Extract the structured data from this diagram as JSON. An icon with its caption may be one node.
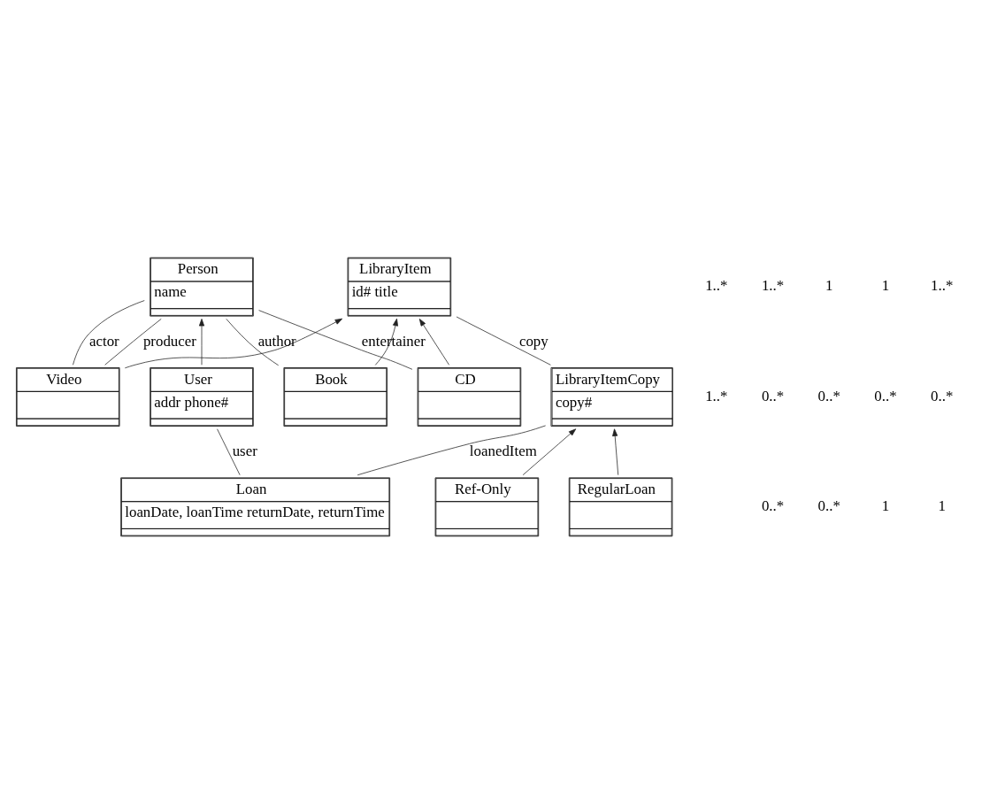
{
  "diagram": {
    "nodes": [
      {
        "text": [
          "LibraryItem",
          "id# title"
        ]
      },
      {
        "text": [
          "Person",
          "name"
        ]
      },
      {
        "text": [
          "Book"
        ]
      },
      {
        "text": [
          "Video"
        ]
      },
      {
        "text": [
          "CD"
        ]
      },
      {
        "text": [
          "User",
          "addr phone#"
        ]
      },
      {
        "text": [
          "LibraryItemCopy",
          "copy#"
        ]
      },
      {
        "text": [
          "Ref-Only"
        ]
      },
      {
        "text": [
          "RegularLoan"
        ]
      },
      {
        "text": [
          "Loan",
          "loanDate, loanTime returnDate, returnTime"
        ]
      }
    ],
    "edges": [
      {
        "from": 2,
        "to": 0,
        "arrow": "to"
      },
      {
        "from": 3,
        "to": 0,
        "arrow": "to"
      },
      {
        "from": 4,
        "to": 0,
        "arrow": "to"
      },
      {
        "from": 2,
        "to": 1,
        "arrow": "none",
        "label": "author"
      },
      {
        "from": 3,
        "to": 1,
        "arrow": "none",
        "label": "producer"
      },
      {
        "from": 3,
        "to": 1,
        "arrow": "none",
        "label": "actor"
      },
      {
        "from": 4,
        "to": 1,
        "arrow": "none",
        "label": "entertainer"
      },
      {
        "from": 0,
        "to": 6,
        "arrow": "none",
        "label": "copy"
      },
      {
        "from": 5,
        "to": 1,
        "arrow": "to"
      },
      {
        "from": 7,
        "to": 6,
        "arrow": "to"
      },
      {
        "from": 8,
        "to": 6,
        "arrow": "to"
      },
      {
        "from": 6,
        "to": 9,
        "arrow": "none",
        "label": "loanedItem"
      },
      {
        "from": 5,
        "to": 9,
        "arrow": "none",
        "label": "user"
      }
    ],
    "labels": [
      "1..*",
      "1",
      "1",
      "1..*",
      "1..*",
      "0..*",
      "0..*",
      "0..*",
      "0..*",
      "1..*",
      "1",
      "1",
      "0..*",
      "0..*"
    ]
  }
}
